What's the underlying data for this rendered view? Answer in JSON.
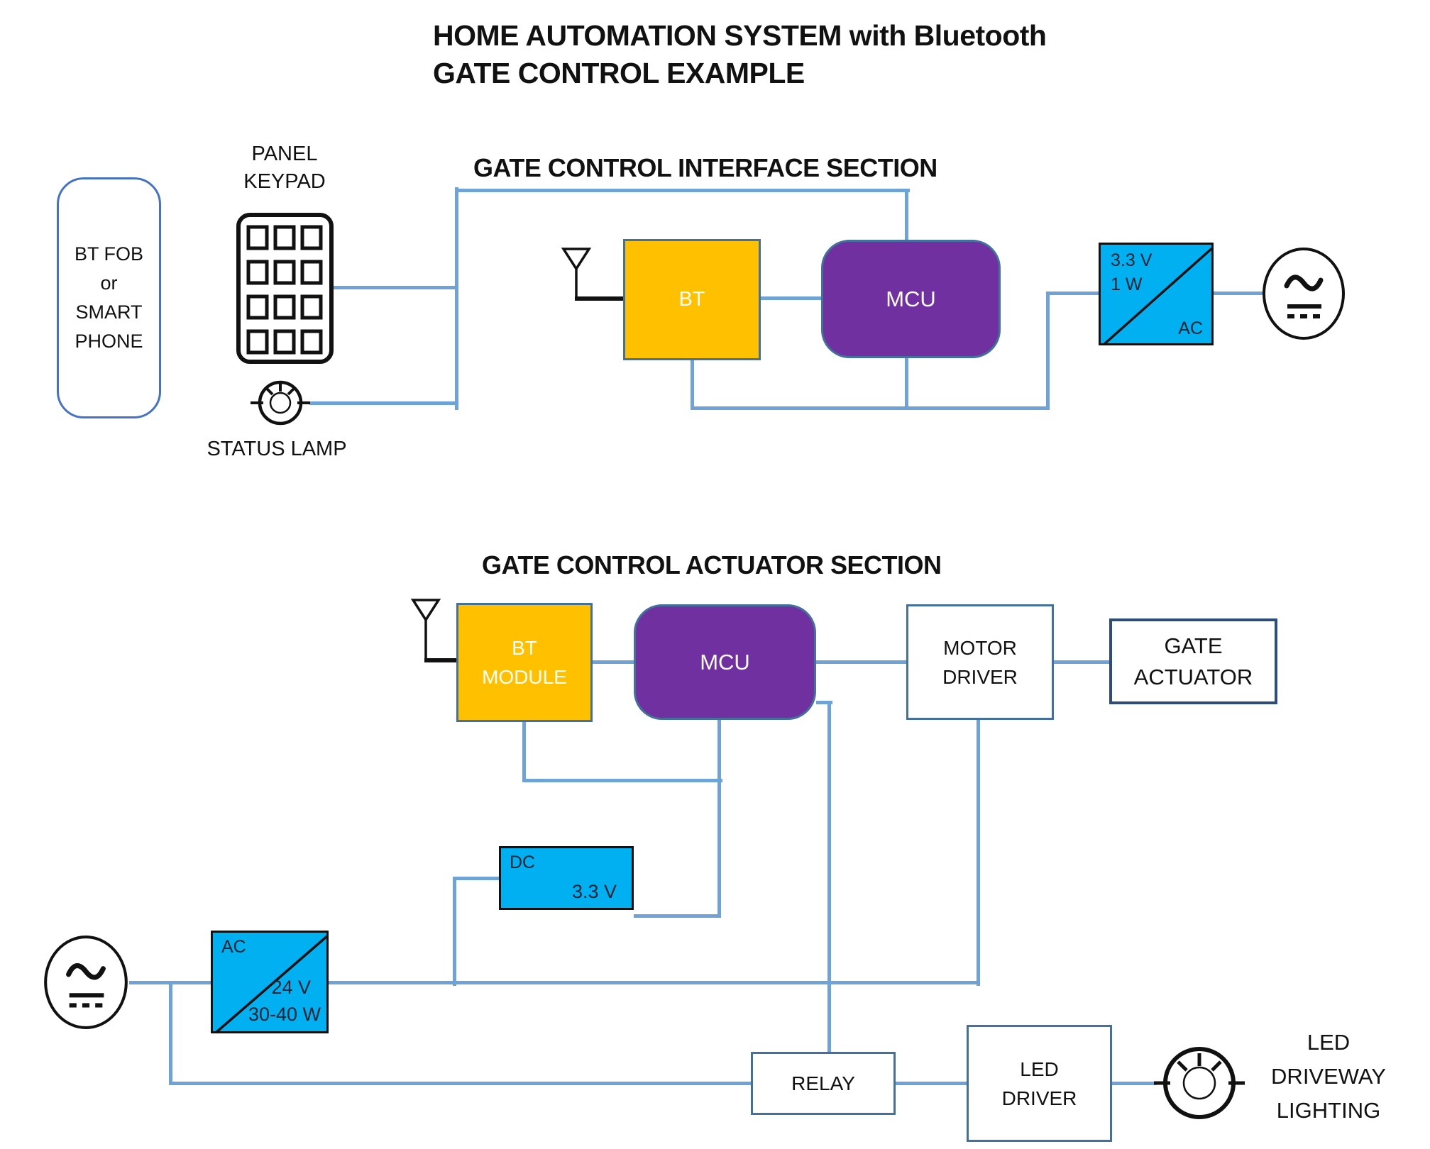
{
  "title": {
    "line1": "HOME AUTOMATION SYSTEM with Bluetooth",
    "line2": "GATE CONTROL EXAMPLE"
  },
  "interface_section": {
    "heading": "GATE CONTROL INTERFACE SECTION",
    "bt_fob": {
      "lines": [
        "BT FOB",
        "or",
        "SMART",
        "PHONE"
      ]
    },
    "panel_keypad_label": {
      "line1": "PANEL",
      "line2": "KEYPAD"
    },
    "status_lamp_label": "STATUS LAMP",
    "bt_label": "BT",
    "mcu_label": "MCU",
    "psu": {
      "voltage": "3.3 V",
      "power": "1 W",
      "type": "AC"
    }
  },
  "actuator_section": {
    "heading": "GATE CONTROL ACTUATOR SECTION",
    "bt_module": {
      "line1": "BT",
      "line2": "MODULE"
    },
    "mcu_label": "MCU",
    "motor_driver": {
      "line1": "MOTOR",
      "line2": "DRIVER"
    },
    "gate_actuator": {
      "line1": "GATE",
      "line2": "ACTUATOR"
    },
    "dc_psu": {
      "type": "DC",
      "voltage": "3.3 V"
    },
    "ac_psu": {
      "type": "AC",
      "voltage": "24 V",
      "power": "30-40 W"
    },
    "relay_label": "RELAY",
    "led_driver": {
      "line1": "LED",
      "line2": "DRIVER"
    },
    "led_lighting_label": {
      "line1": "LED",
      "line2": "DRIVEWAY",
      "line3": "LIGHTING"
    }
  },
  "colors": {
    "wire": "#6FA3D8",
    "amber": "#FFC000",
    "purple": "#7030A0",
    "cyan": "#00B0F0",
    "box_border": "#41719C",
    "box_border_dark": "#2E4D7B",
    "fob_border": "#4472C4"
  }
}
